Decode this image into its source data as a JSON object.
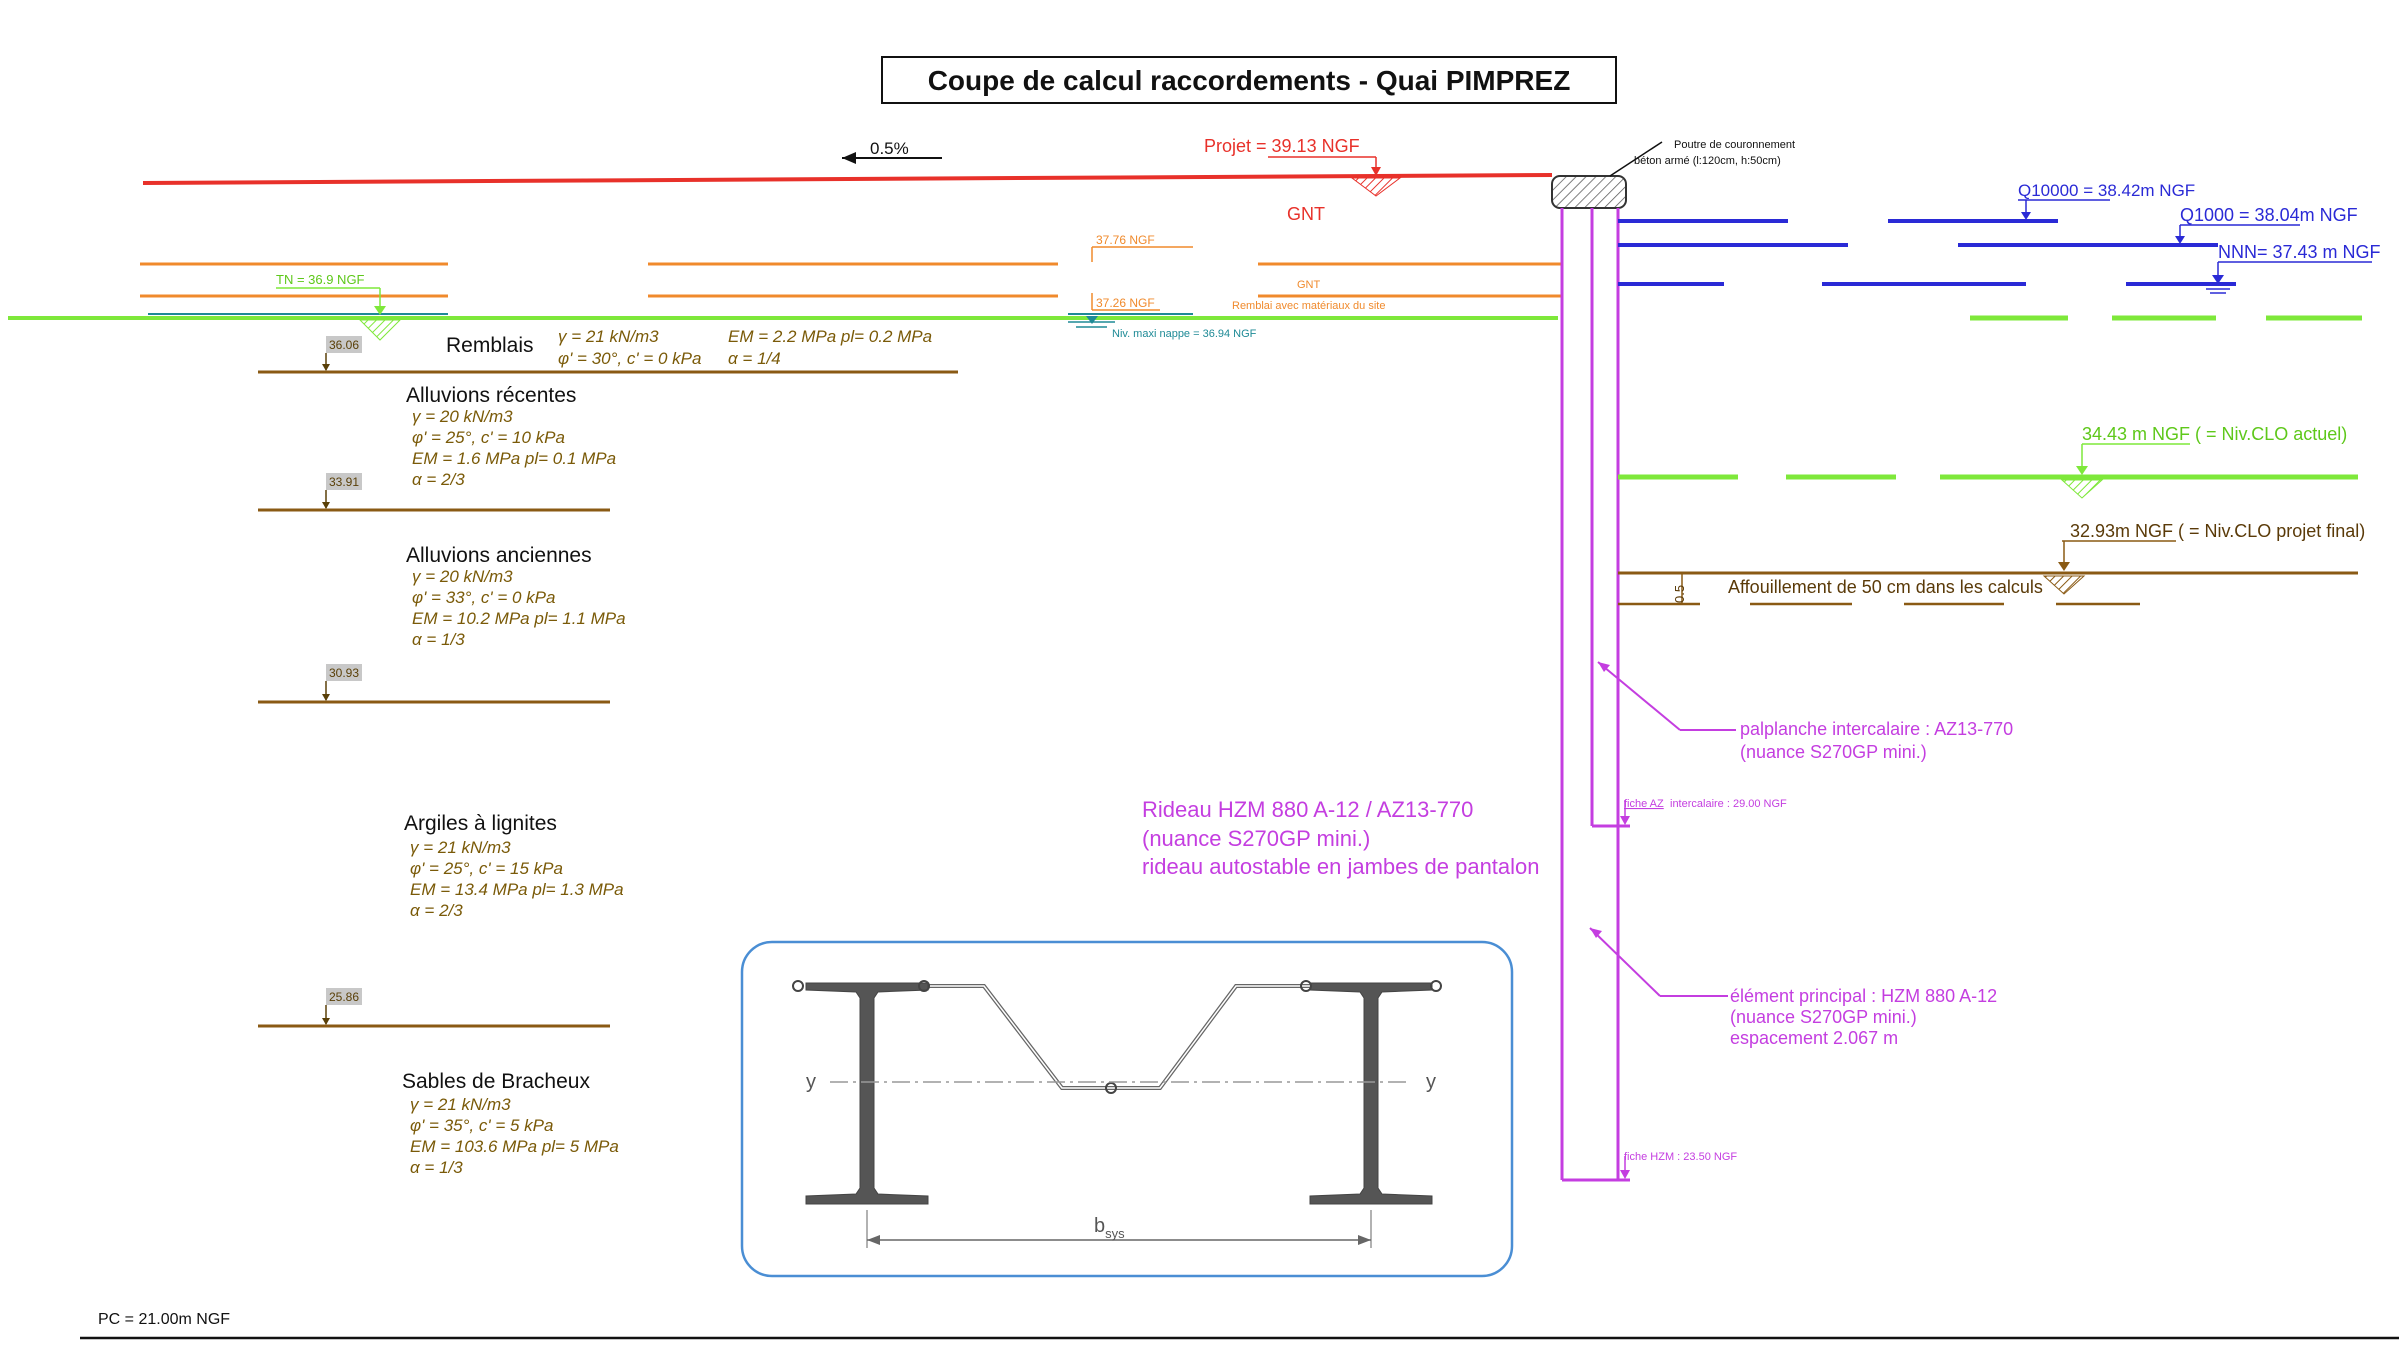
{
  "title": "Coupe de calcul raccordements - Quai PIMPREZ",
  "slope": "0.5%",
  "projet": "Projet = 39.13 NGF",
  "gnt_top": "GNT",
  "poutre": {
    "line1": "Poutre de couronnement",
    "line2": "béton armé (l:120cm, h:50cm)"
  },
  "water_levels": {
    "q10000": "Q10000 = 38.42m NGF",
    "q1000": "Q1000 = 38.04m NGF",
    "nnn": "NNN= 37.43 m NGF",
    "clo_actuel": "34.43 m NGF ( = Niv.CLO actuel)",
    "clo_projet": "32.93m NGF ( = Niv.CLO projet final)"
  },
  "tn": "TN = 36.9 NGF",
  "orange_labels": {
    "l3776": "37.76 NGF",
    "l3726": "37.26 NGF",
    "gnt": "GNT",
    "remblai": "Remblai avec matériaux du site"
  },
  "nappe": "Niv. maxi nappe = 36.94 NGF",
  "affouillement": {
    "dim": "0.5",
    "text": "Affouillement de 50 cm dans les calculs"
  },
  "levels": [
    "36.06",
    "33.91",
    "30.93",
    "25.86"
  ],
  "layers": {
    "remblais": {
      "name": "Remblais",
      "p1": "γ = 21 kN/m3",
      "p2": "φ' = 30°, c' = 0 kPa",
      "p3": "EM = 2.2 MPa  pl= 0.2 MPa",
      "p4": "α = 1/4"
    },
    "recentes": {
      "name": "Alluvions récentes",
      "p1": "γ = 20 kN/m3",
      "p2": "φ' = 25°, c' = 10 kPa",
      "p3": "EM = 1.6 MPa  pl= 0.1 MPa",
      "p4": "α = 2/3"
    },
    "anciennes": {
      "name": "Alluvions anciennes",
      "p1": "γ = 20 kN/m3",
      "p2": "φ' = 33°, c' = 0 kPa",
      "p3": "EM = 10.2 MPa  pl= 1.1 MPa",
      "p4": "α = 1/3"
    },
    "argiles": {
      "name": "Argiles à lignites",
      "p1": "γ = 21 kN/m3",
      "p2": "φ' = 25°, c' = 15 kPa",
      "p3": "EM = 13.4 MPa  pl= 1.3 MPa",
      "p4": "α = 2/3"
    },
    "sables": {
      "name": "Sables de Bracheux",
      "p1": "γ = 21 kN/m3",
      "p2": "φ' = 35°, c' = 5 kPa",
      "p3": "EM = 103.6 MPa  pl= 5 MPa",
      "p4": "α = 1/3"
    }
  },
  "rideau": {
    "l1": "Rideau HZM 880 A-12 / AZ13-770",
    "l2": "(nuance S270GP mini.)",
    "l3": "rideau autostable en jambes de pantalon"
  },
  "palplanche": {
    "l1": "palplanche intercalaire :  AZ13-770",
    "l2": "(nuance S270GP mini.)"
  },
  "element": {
    "l1": "élément principal :  HZM 880 A-12",
    "l2": "(nuance S270GP mini.)",
    "l3": "espacement 2.067 m"
  },
  "fiche_az": {
    "a": "fiche AZ",
    "b": "intercalaire : 29.00 NGF"
  },
  "fiche_hzm": "fiche HZM : 23.50 NGF",
  "section": {
    "axis_left": "y",
    "axis_right": "y",
    "dim_main": "b",
    "dim_sub": "sys"
  },
  "pc": "PC = 21.00m NGF",
  "colors": {
    "red": "#e8312a",
    "orange": "#f08a2c",
    "green": "#7ee83a",
    "blue": "#2a2ad6",
    "brown": "#8a5a14",
    "soil_text": "#7a5a08",
    "magenta": "#c43ee0",
    "teal": "#1e8a96",
    "frame_blue": "#4a8ed4"
  }
}
